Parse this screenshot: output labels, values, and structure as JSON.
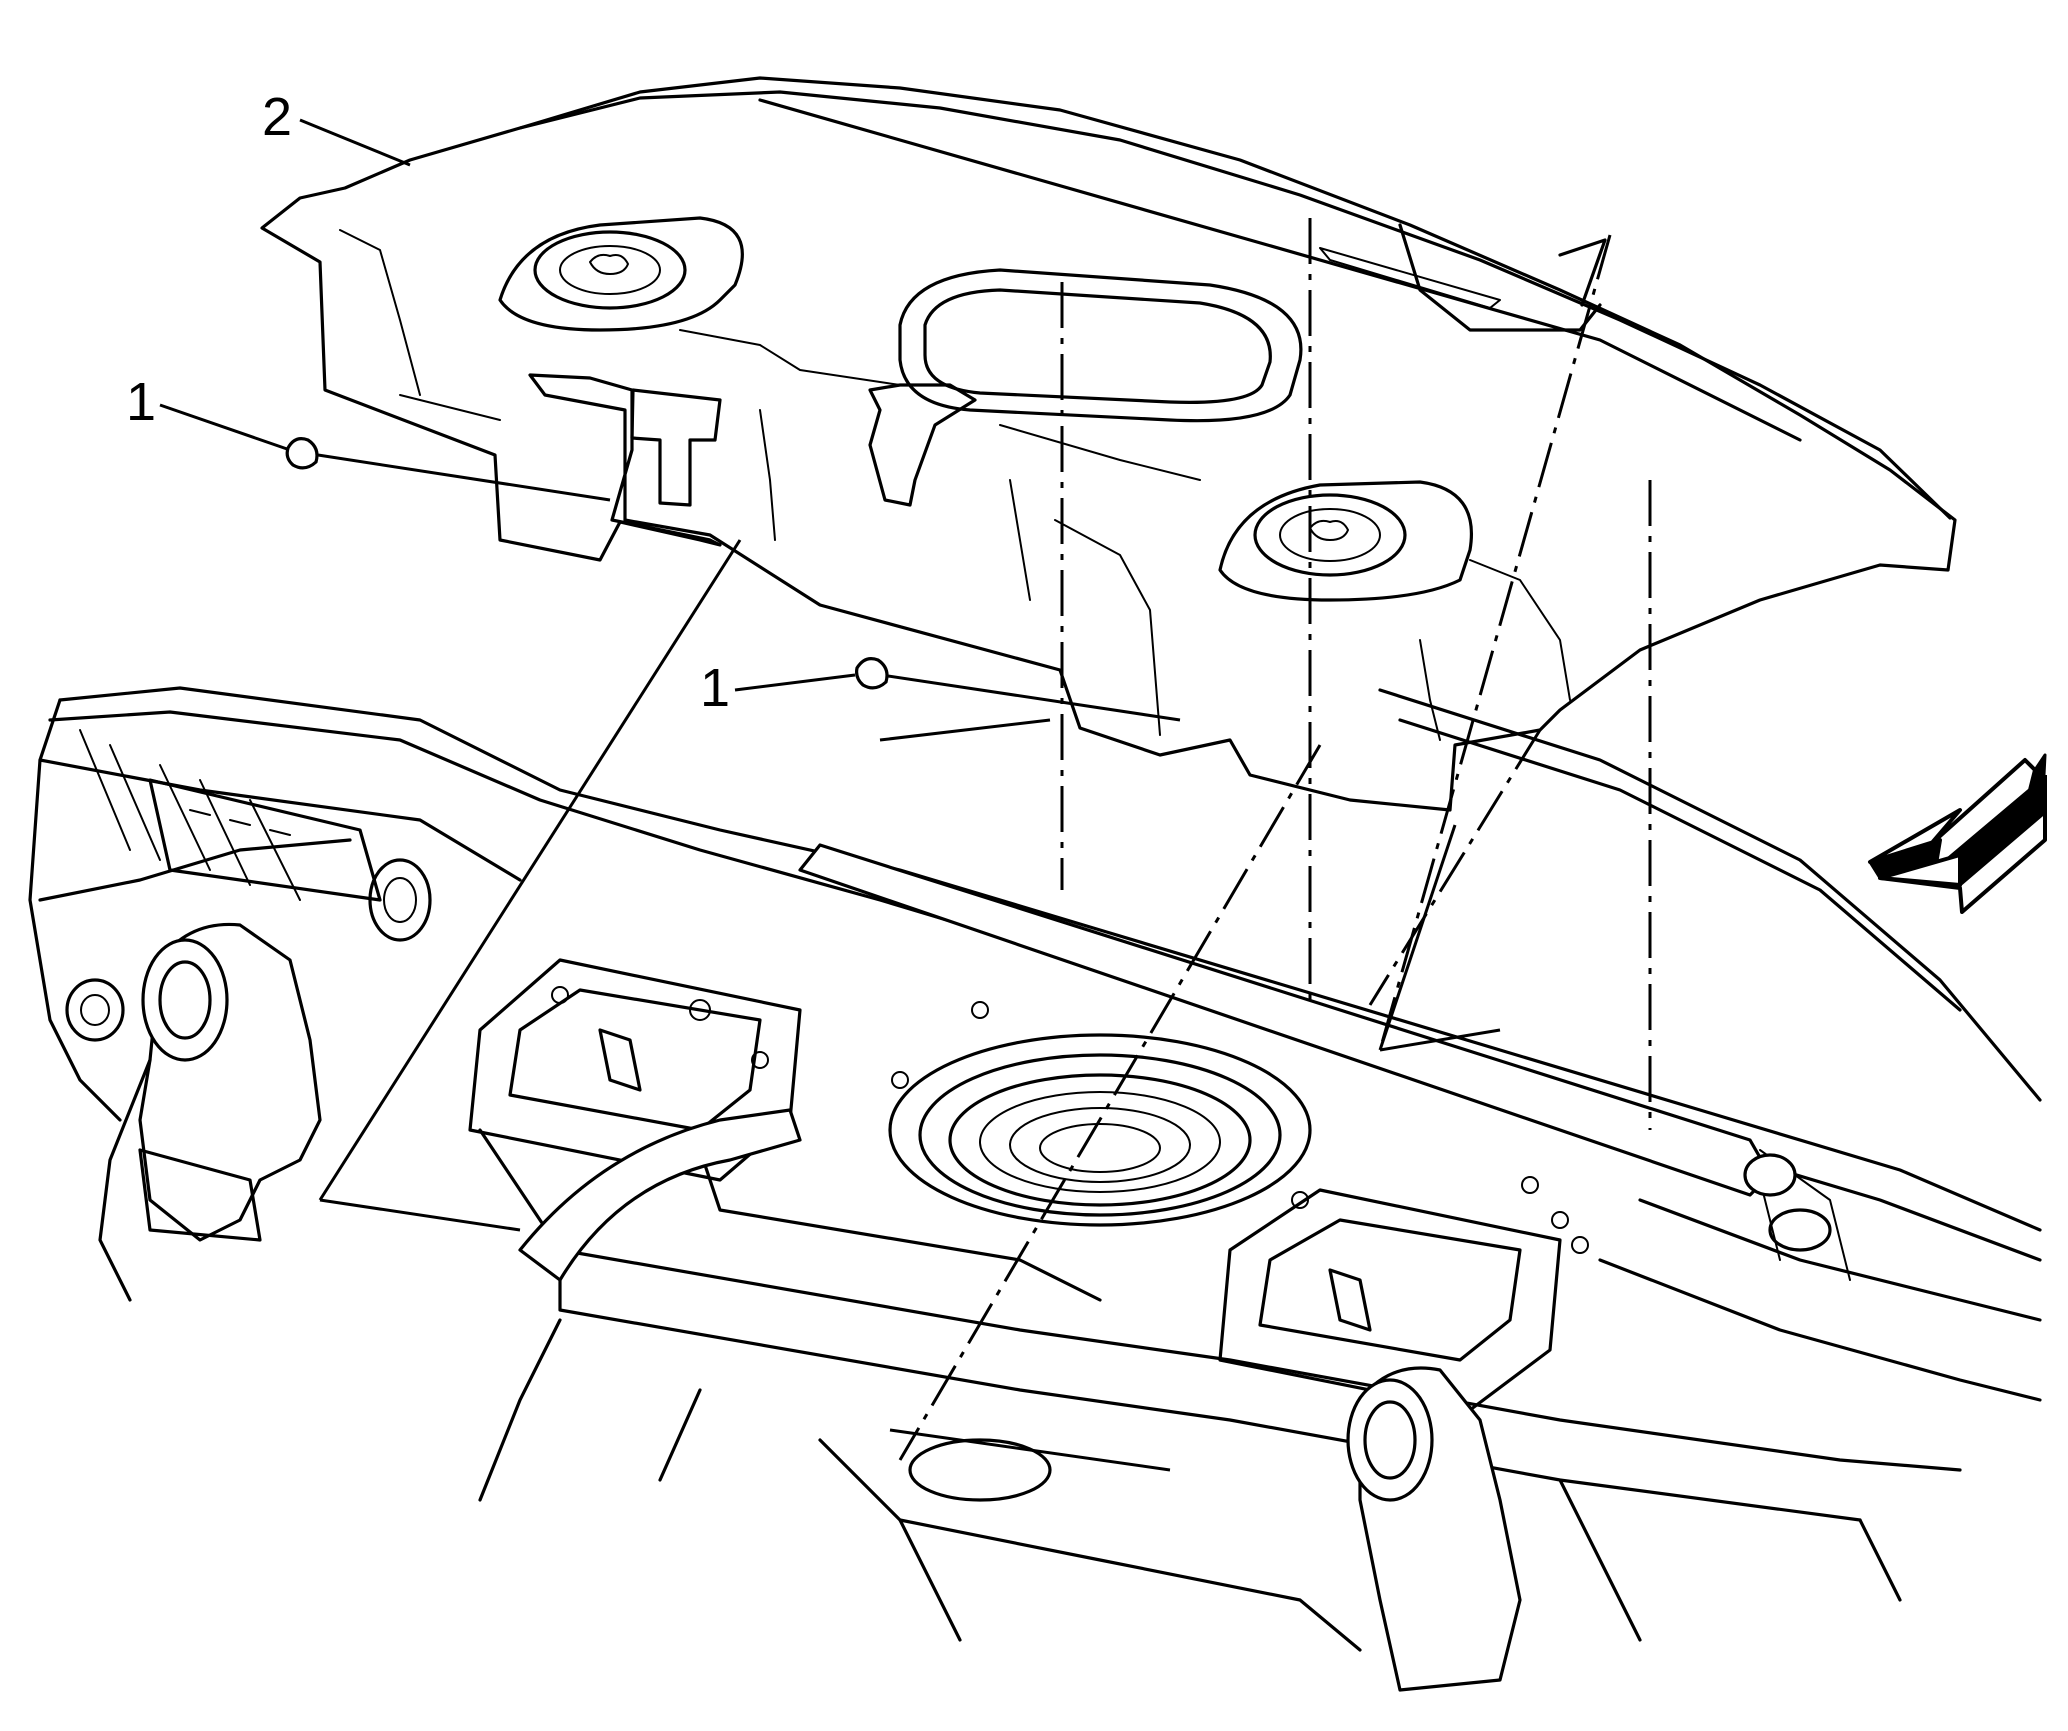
{
  "callouts": [
    {
      "number": "2",
      "part": "rear-window-panel-trim"
    },
    {
      "number": "1",
      "part": "retainer-left"
    },
    {
      "number": "1",
      "part": "retainer-center"
    }
  ],
  "icons": {
    "direction_arrow": "front-of-vehicle-arrow-icon"
  },
  "colors": {
    "line": "#000000",
    "background": "#ffffff"
  }
}
